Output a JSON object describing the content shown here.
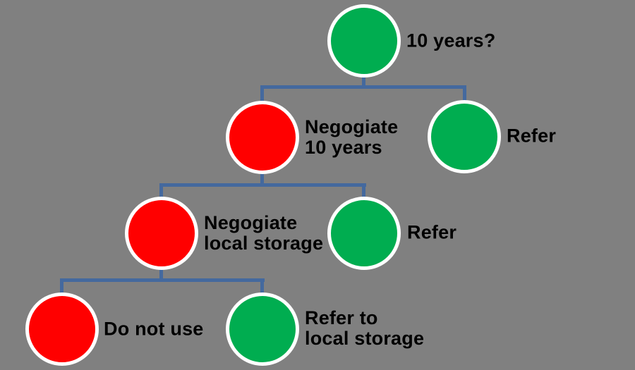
{
  "colors": {
    "background": "#808080",
    "node_green": "#00AD50",
    "node_red": "#FF0000",
    "node_ring": "#FFFFFF",
    "connector": "#44699E",
    "label_text": "#000000"
  },
  "tree": {
    "type": "decision-tree",
    "nodes": [
      {
        "id": "root",
        "label": "10 years?",
        "status": "green",
        "level": 1
      },
      {
        "id": "negotiate-10-years",
        "label": "Negogiate\n10 years",
        "status": "red",
        "level": 2
      },
      {
        "id": "refer-level2",
        "label": "Refer",
        "status": "green",
        "level": 2
      },
      {
        "id": "negotiate-local-storage",
        "label": "Negogiate\nlocal storage",
        "status": "red",
        "level": 3
      },
      {
        "id": "refer-level3",
        "label": "Refer",
        "status": "green",
        "level": 3
      },
      {
        "id": "do-not-use",
        "label": "Do not use",
        "status": "red",
        "level": 4
      },
      {
        "id": "refer-to-local-storage",
        "label": "Refer to\nlocal storage",
        "status": "green",
        "level": 4
      }
    ],
    "edges": [
      {
        "from": "root",
        "to": "negotiate-10-years"
      },
      {
        "from": "root",
        "to": "refer-level2"
      },
      {
        "from": "negotiate-10-years",
        "to": "negotiate-local-storage"
      },
      {
        "from": "negotiate-10-years",
        "to": "refer-level3"
      },
      {
        "from": "negotiate-local-storage",
        "to": "do-not-use"
      },
      {
        "from": "negotiate-local-storage",
        "to": "refer-to-local-storage"
      }
    ]
  }
}
